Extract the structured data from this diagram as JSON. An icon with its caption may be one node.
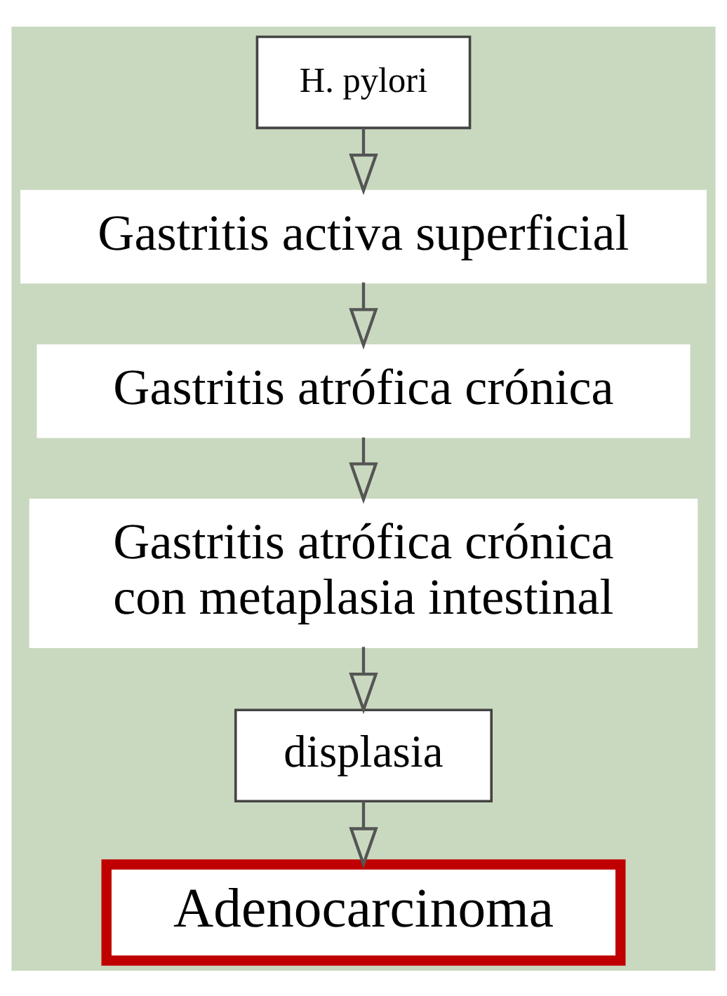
{
  "diagram": {
    "nodes": [
      {
        "text": [
          "H. pylori"
        ]
      },
      {
        "text": [
          "Gastritis activa superficial"
        ]
      },
      {
        "text": [
          "Gastritis atrófica crónica"
        ]
      },
      {
        "text": [
          "Gastritis atrófica crónica con metaplasia intestinal"
        ]
      },
      {
        "text": [
          "displasia"
        ]
      },
      {
        "text": [
          "Adenocarcinoma"
        ]
      }
    ],
    "edges": [
      {
        "from": 0,
        "to": 1,
        "arrow": "to"
      },
      {
        "from": 1,
        "to": 2,
        "arrow": "to"
      },
      {
        "from": 2,
        "to": 3,
        "arrow": "to"
      },
      {
        "from": 3,
        "to": 4,
        "arrow": "to"
      },
      {
        "from": 4,
        "to": 5,
        "arrow": "to"
      }
    ]
  }
}
